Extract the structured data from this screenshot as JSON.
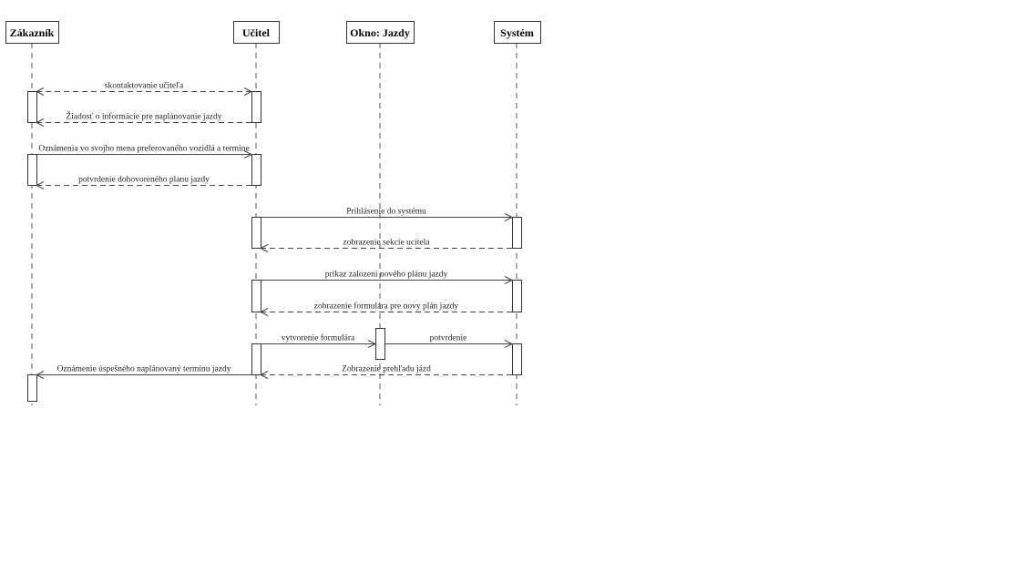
{
  "participants": [
    {
      "id": "zakaznik",
      "name": "Zákazník"
    },
    {
      "id": "ucitel",
      "name": "Učitel"
    },
    {
      "id": "okno",
      "name": "Okno: Jazdy"
    },
    {
      "id": "system",
      "name": "Systém"
    }
  ],
  "messages": [
    {
      "text": "skontaktovanie učiteľa",
      "from": "zakaznik",
      "to": "ucitel",
      "style": "dashed",
      "bidirectional": true
    },
    {
      "text": "Žiadosť o informácie pre naplánovanie jazdy",
      "from": "ucitel",
      "to": "zakaznik",
      "style": "dashed"
    },
    {
      "text": "Oznámenia vo svojho mena preferovaného vozidlá a termine",
      "from": "zakaznik",
      "to": "ucitel",
      "style": "solid"
    },
    {
      "text": "potvrdenie dohovoreného planu jazdy",
      "from": "ucitel",
      "to": "zakaznik",
      "style": "dashed"
    },
    {
      "text": "Prihlásenie do systému",
      "from": "ucitel",
      "to": "system",
      "style": "solid"
    },
    {
      "text": "zobrazenie sekcie ucitela",
      "from": "system",
      "to": "ucitel",
      "style": "dashed"
    },
    {
      "text": "prikaz zalozeni nového plánu jazdy",
      "from": "ucitel",
      "to": "system",
      "style": "solid"
    },
    {
      "text": "zobrazenie formulára pre novy plán jazdy",
      "from": "system",
      "to": "ucitel",
      "style": "dashed"
    },
    {
      "text": "vytvorenie formulára",
      "from": "ucitel",
      "to": "okno",
      "style": "solid"
    },
    {
      "text": "potvrdenie",
      "from": "okno",
      "to": "system",
      "style": "solid"
    },
    {
      "text": "Zobrazenie prehľadu jázd",
      "from": "system",
      "to": "ucitel",
      "style": "dashed"
    },
    {
      "text": "Oznámenie úspešného naplánovaný termínu jazdy",
      "from": "ucitel",
      "to": "zakaznik",
      "style": "solid"
    }
  ]
}
